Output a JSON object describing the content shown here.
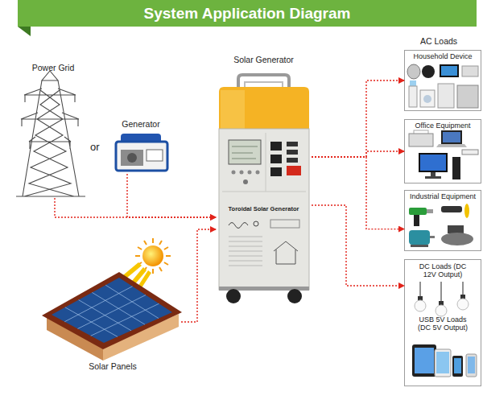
{
  "diagram": {
    "title": "System Application Diagram",
    "nodes": [
      {
        "text": [
          "Power Grid"
        ]
      },
      {
        "text": [
          "Generator"
        ]
      },
      {
        "text": [
          "Solar Generator",
          "Toroidal Solar Generator"
        ]
      },
      {
        "text": [
          "Household Device"
        ]
      },
      {
        "text": [
          "Office Equipment"
        ]
      },
      {
        "text": [
          "Industrial Equipment"
        ]
      },
      {
        "text": [
          "DC Loads (DC 12V Output)",
          "USB 5V Loads (DC 5V Output)"
        ]
      },
      {
        "text": [
          "Solar Panels"
        ]
      }
    ],
    "edges": [
      {
        "from": 0,
        "to": 2,
        "arrow": "to"
      },
      {
        "from": 1,
        "to": 2,
        "arrow": "to"
      },
      {
        "from": 2,
        "to": 3,
        "arrow": "to"
      },
      {
        "from": 2,
        "to": 4,
        "arrow": "to"
      },
      {
        "from": 2,
        "to": 5,
        "arrow": "to"
      },
      {
        "from": 2,
        "to": 6,
        "arrow": "to"
      },
      {
        "from": 7,
        "to": 2,
        "arrow": "to"
      }
    ],
    "labels": [
      "or",
      "AC Loads"
    ]
  }
}
